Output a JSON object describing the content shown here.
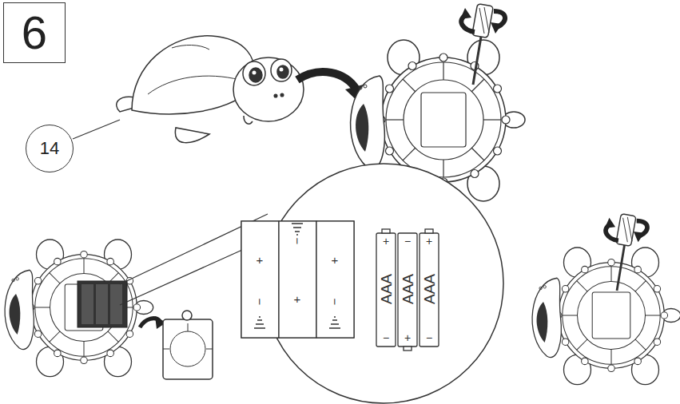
{
  "diagram": {
    "nodes": [
      {
        "text": [
          "6"
        ]
      },
      {
        "text": [
          "14"
        ]
      }
    ],
    "labels": [
      "+",
      "−",
      "−",
      "+",
      "+",
      "−",
      "+",
      "AAA",
      "−",
      "−",
      "AAA",
      "+",
      "+",
      "AAA",
      "−"
    ]
  }
}
